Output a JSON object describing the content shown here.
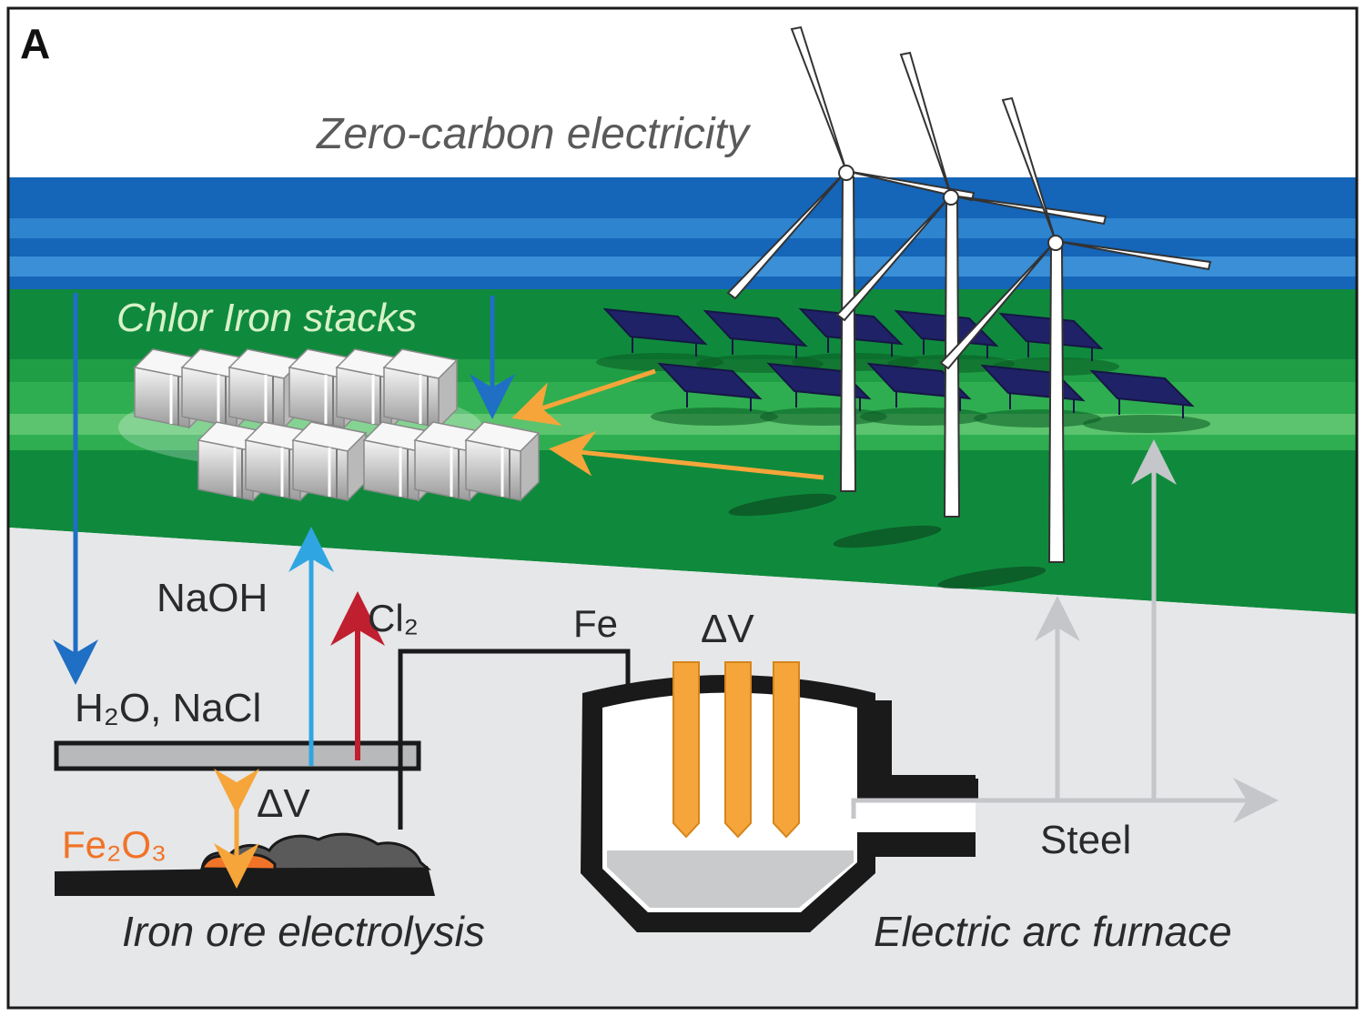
{
  "panel_label": "A",
  "labels": {
    "electricity": "Zero-carbon electricity",
    "stacks": "Chlor Iron stacks",
    "naoh": "NaOH",
    "cl2": "Cl₂",
    "fe": "Fe",
    "dv_furnace": "ΔV",
    "feed": "H₂O, NaCl",
    "dv_cell": "ΔV",
    "fe2o3": "Fe₂O₃",
    "steel": "Steel",
    "electrolysis": "Iron ore electrolysis",
    "furnace": "Electric arc furnace"
  },
  "colors": {
    "ocean_dark": "#1565b8",
    "ocean_light": "#3a8fd6",
    "land_dark": "#0f8a3c",
    "land_light": "#34b554",
    "ground": "#e6e7e9",
    "blue_arrow": "#1f6fc4",
    "naoh_arrow": "#2fa6e2",
    "cl2_arrow": "#c01f2f",
    "orange": "#f6a53a",
    "ore": "#f07327",
    "grey_arrow": "#c4c6c9",
    "dark": "#1a1a1a",
    "text_grey": "#5a5a5a",
    "text_dark": "#2a2a2a"
  }
}
